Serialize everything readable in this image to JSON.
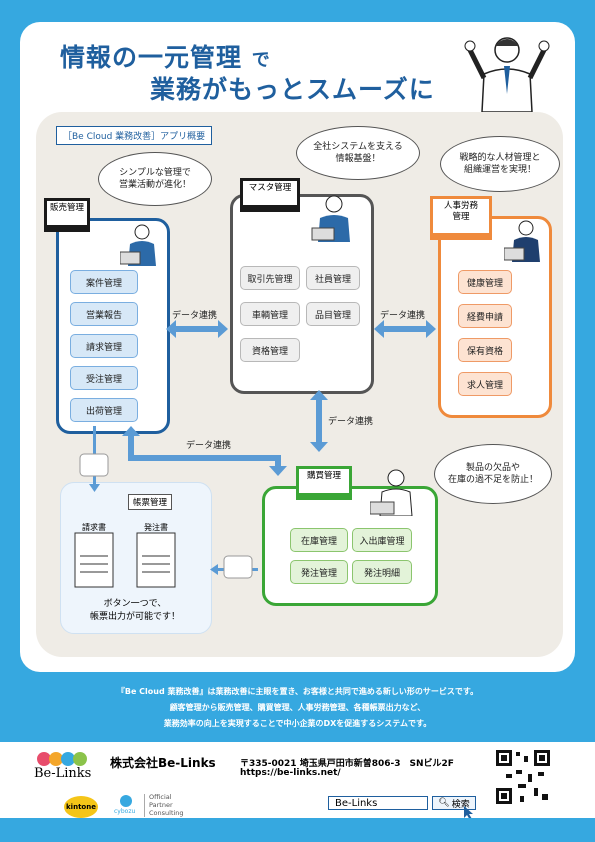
{
  "title": {
    "line1": "情報の一元管理",
    "line1_suffix": "で",
    "line2": "業務がもっとスムーズに"
  },
  "overview_label": "［Be Cloud 業務改善］アプリ概要",
  "bubbles": {
    "sales": "シンプルな管理で\n営業活動が進化！",
    "master": "全社システムを支える\n情報基盤！",
    "hr": "戦略的な人材管理と\n組織運営を実現！",
    "purchase": "製品の欠品や\n在庫の過不足を防止！"
  },
  "sales": {
    "title": "販売管理",
    "items": [
      "案件管理",
      "営業報告",
      "請求管理",
      "受注管理",
      "出荷管理"
    ]
  },
  "master": {
    "title": "マスタ管理",
    "items": [
      "取引先管理",
      "社員管理",
      "車輌管理",
      "品目管理",
      "資格管理"
    ]
  },
  "hr": {
    "title": "人事労務\n管理",
    "items": [
      "健康管理",
      "経費申請",
      "保有資格",
      "求人管理"
    ]
  },
  "purchase": {
    "title": "購買管理",
    "items": [
      "在庫管理",
      "入出庫管理",
      "発注管理",
      "発注明細"
    ]
  },
  "forms": {
    "title": "帳票管理",
    "doc1": "請求書",
    "doc2": "発注書",
    "note": "ボタン一つで、\n帳票出力が可能です！"
  },
  "flows": {
    "left": "データ連携",
    "right": "データ連携",
    "down": "データ連携",
    "bottom": "データ連携"
  },
  "description": [
    "『Be Cloud 業務改善』は業務改善に主眼を置き、お客様と共同で進める新しい形のサービスです。",
    "顧客管理から販売管理、購買管理、人事労務管理、各種帳票出力など、",
    "業務効率の向上を実現することで中小企業のDXを促進するシステムです。"
  ],
  "company": {
    "logo_text": "Be-Links",
    "name": "株式会社Be-Links",
    "address": "〒335-0021 埼玉県戸田市新曽806-3　SNビル2F",
    "url": "https://be-links.net/"
  },
  "partners": {
    "kintone": "kintone",
    "cybozu": "cybozu",
    "official1": "Official",
    "official2": "Partner",
    "official3": "Consulting"
  },
  "search": {
    "value": "Be-Links",
    "button": "検索"
  },
  "colors": {
    "background": "#36a8e0",
    "title": "#1f5f9e",
    "sales": "#1f5f9e",
    "master": "#555555",
    "hr": "#ef8a3c",
    "purchase": "#3aa636"
  }
}
